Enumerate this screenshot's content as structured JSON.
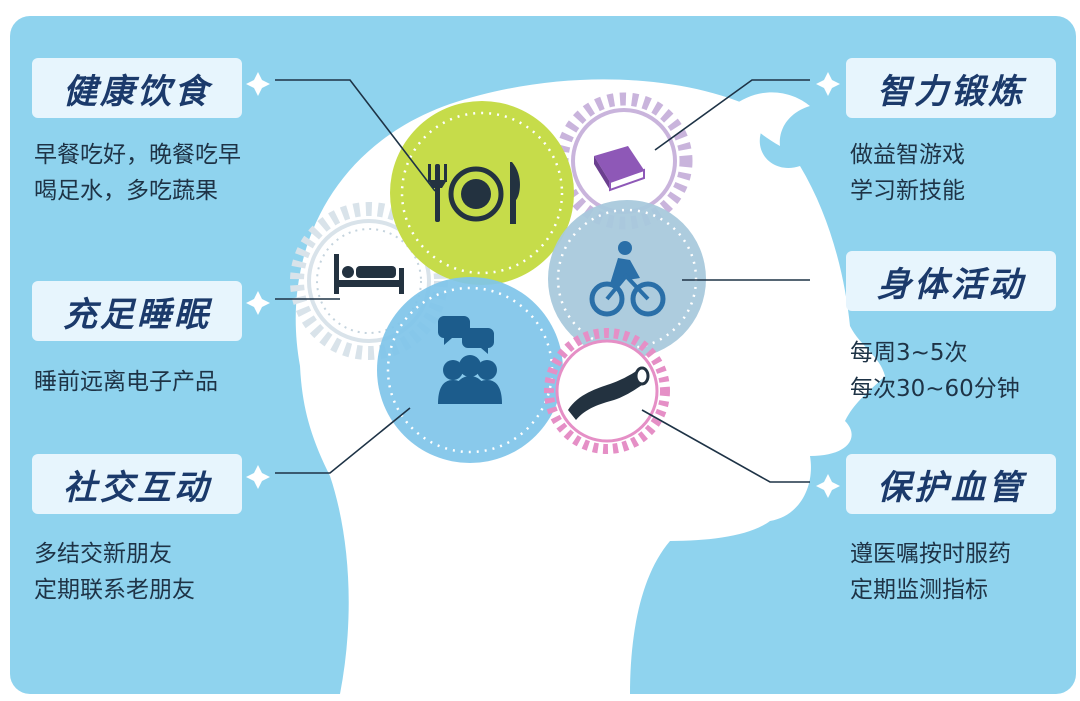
{
  "colors": {
    "background": "#8fd3ee",
    "tag_bg": "#e7f5fd",
    "title": "#1b3a6b",
    "text": "#1e3346",
    "head": "#ffffff",
    "diet_circle": "#c6dc4a",
    "brain_gear": "#c9b4dc",
    "sleep_gear": "#d9e3ea",
    "activity_circle": "#a9c9dc",
    "social_circle": "#7fc4e9",
    "vessel_gear": "#e58fc6",
    "icon_dark": "#233240",
    "book": "#8e58b7",
    "bike": "#2a6fa8",
    "people": "#1c5c8c"
  },
  "left": [
    {
      "title": "健康饮食",
      "lines": [
        "早餐吃好，晚餐吃早",
        "喝足水，多吃蔬果"
      ]
    },
    {
      "title": "充足睡眠",
      "lines": [
        "睡前远离电子产品"
      ]
    },
    {
      "title": "社交互动",
      "lines": [
        "多结交新朋友",
        "定期联系老朋友"
      ]
    }
  ],
  "right": [
    {
      "title": "智力锻炼",
      "lines": [
        "做益智游戏",
        "学习新技能"
      ]
    },
    {
      "title": "身体活动",
      "lines": [
        "每周3~5次",
        "每次30~60分钟"
      ]
    },
    {
      "title": "保护血管",
      "lines": [
        "遵医嘱按时服药",
        "定期监测指标"
      ]
    }
  ],
  "icons": [
    "fork-knife-plate-icon",
    "book-icon",
    "bed-icon",
    "cyclist-icon",
    "people-chat-icon",
    "blood-vessel-icon",
    "sparkle-icon"
  ]
}
